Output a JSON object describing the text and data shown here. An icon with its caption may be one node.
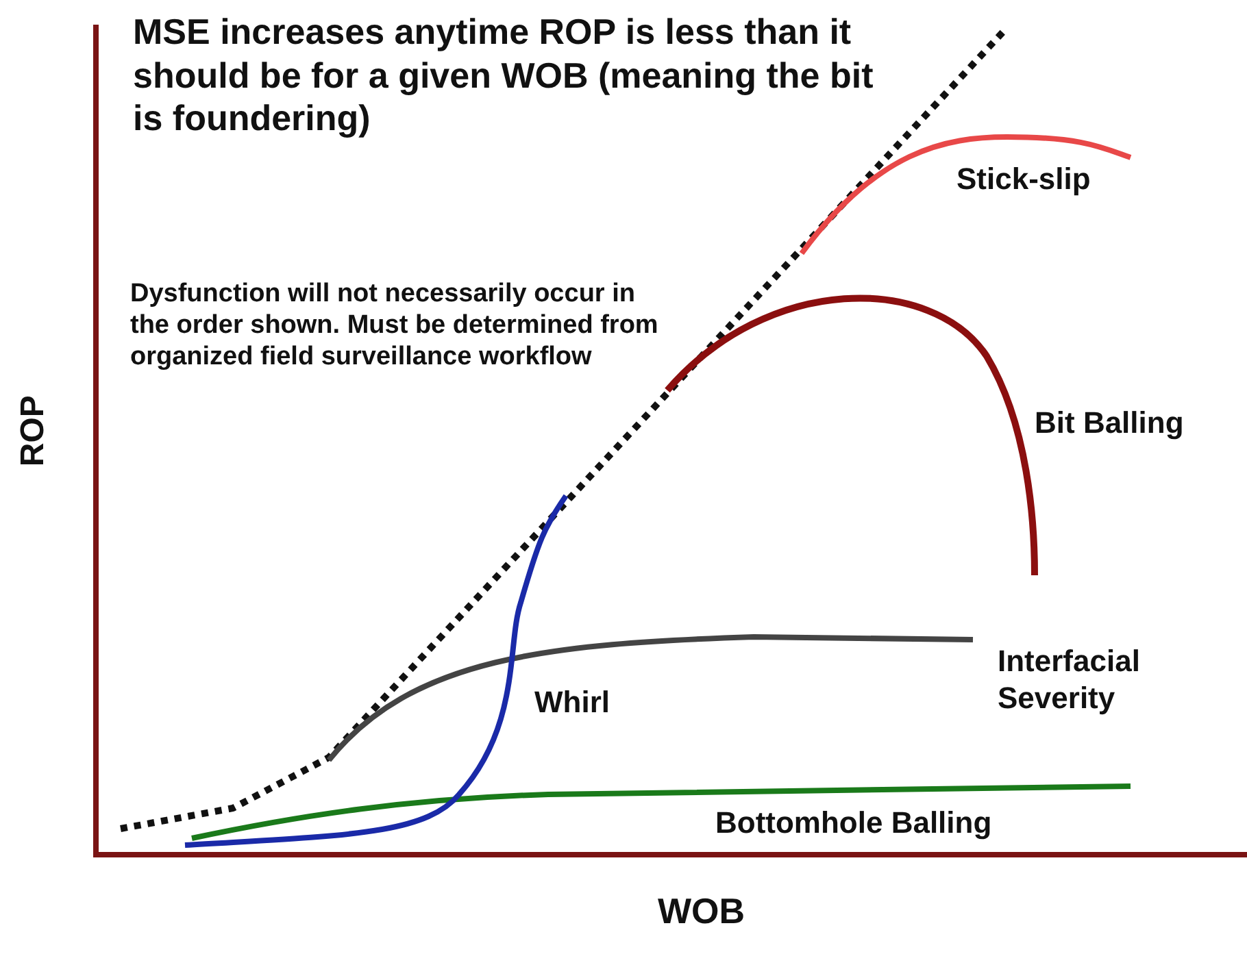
{
  "diagram": {
    "labels": [
      "MSE increases anytime ROP is less than it should be for a given WOB (meaning the bit is foundering)",
      "Dysfunction will not necessarily occur in the order shown. Must be determined from organized field surveillance workflow",
      "Stick-slip",
      "Bit Balling",
      "Interfacial Severity",
      "Whirl",
      "Bottomhole Balling",
      "ROP",
      "WOB"
    ]
  }
}
